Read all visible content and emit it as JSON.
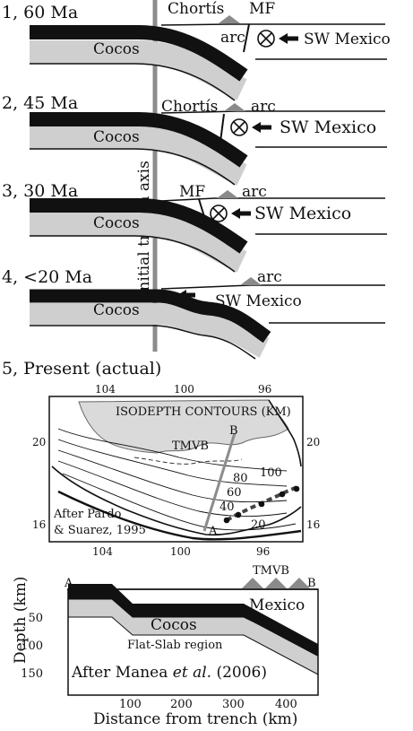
{
  "stages": [
    {
      "title": "1, 60 Ma",
      "cocos": "Cocos",
      "labels": {
        "chortis": "Chortís",
        "mf": "MF",
        "arc": "arc",
        "sw": "SW Mexico"
      }
    },
    {
      "title": "2, 45 Ma",
      "cocos": "Cocos",
      "labels": {
        "chortis": "Chortís",
        "arc": "arc",
        "sw": "SW Mexico"
      }
    },
    {
      "title": "3, 30 Ma",
      "cocos": "Cocos",
      "labels": {
        "mf": "MF",
        "arc": "arc",
        "sw": "SW Mexico"
      }
    },
    {
      "title": "4, <20 Ma",
      "cocos": "Cocos",
      "labels": {
        "arc": "arc",
        "sw": "SW Mexico"
      }
    }
  ],
  "trench_axis_label": "initial trench axis",
  "map": {
    "section_title": "5, Present (actual)",
    "title": "ISODEPTH CONTOURS (KM)",
    "region_label": "TMVB",
    "top_ticks": [
      "104",
      "100",
      "96"
    ],
    "bottom_ticks": [
      "104",
      "100",
      "96"
    ],
    "left_ticks": [
      "20",
      "16"
    ],
    "right_ticks": [
      "20",
      "16"
    ],
    "contour_labels": [
      "100",
      "80",
      "60",
      "40",
      "20"
    ],
    "profile_ends": {
      "a": "A",
      "b": "B"
    },
    "citation_line1": "After Pardo",
    "citation_line2": "& Suarez, 1995"
  },
  "section": {
    "tmvb": "TMVB",
    "end_a": "A",
    "end_b": "B",
    "mexico": "Mexico",
    "cocos": "Cocos",
    "flat_slab": "Flat-Slab region",
    "citation_prefix": "After Manea ",
    "citation_em": "et al.",
    "citation_suffix": " (2006)",
    "ylabel": "Depth (km)",
    "xlabel": "Distance from trench (km)",
    "y_ticks": [
      "50",
      "100",
      "150"
    ],
    "x_ticks": [
      "100",
      "200",
      "300",
      "400"
    ]
  },
  "colors": {
    "slab_black": "#111111",
    "slab_gray": "#cfcfcf",
    "axis_gray": "#8c8c8c",
    "tmvb_fill": "#dadada",
    "arc_gray": "#8a8a8a"
  }
}
